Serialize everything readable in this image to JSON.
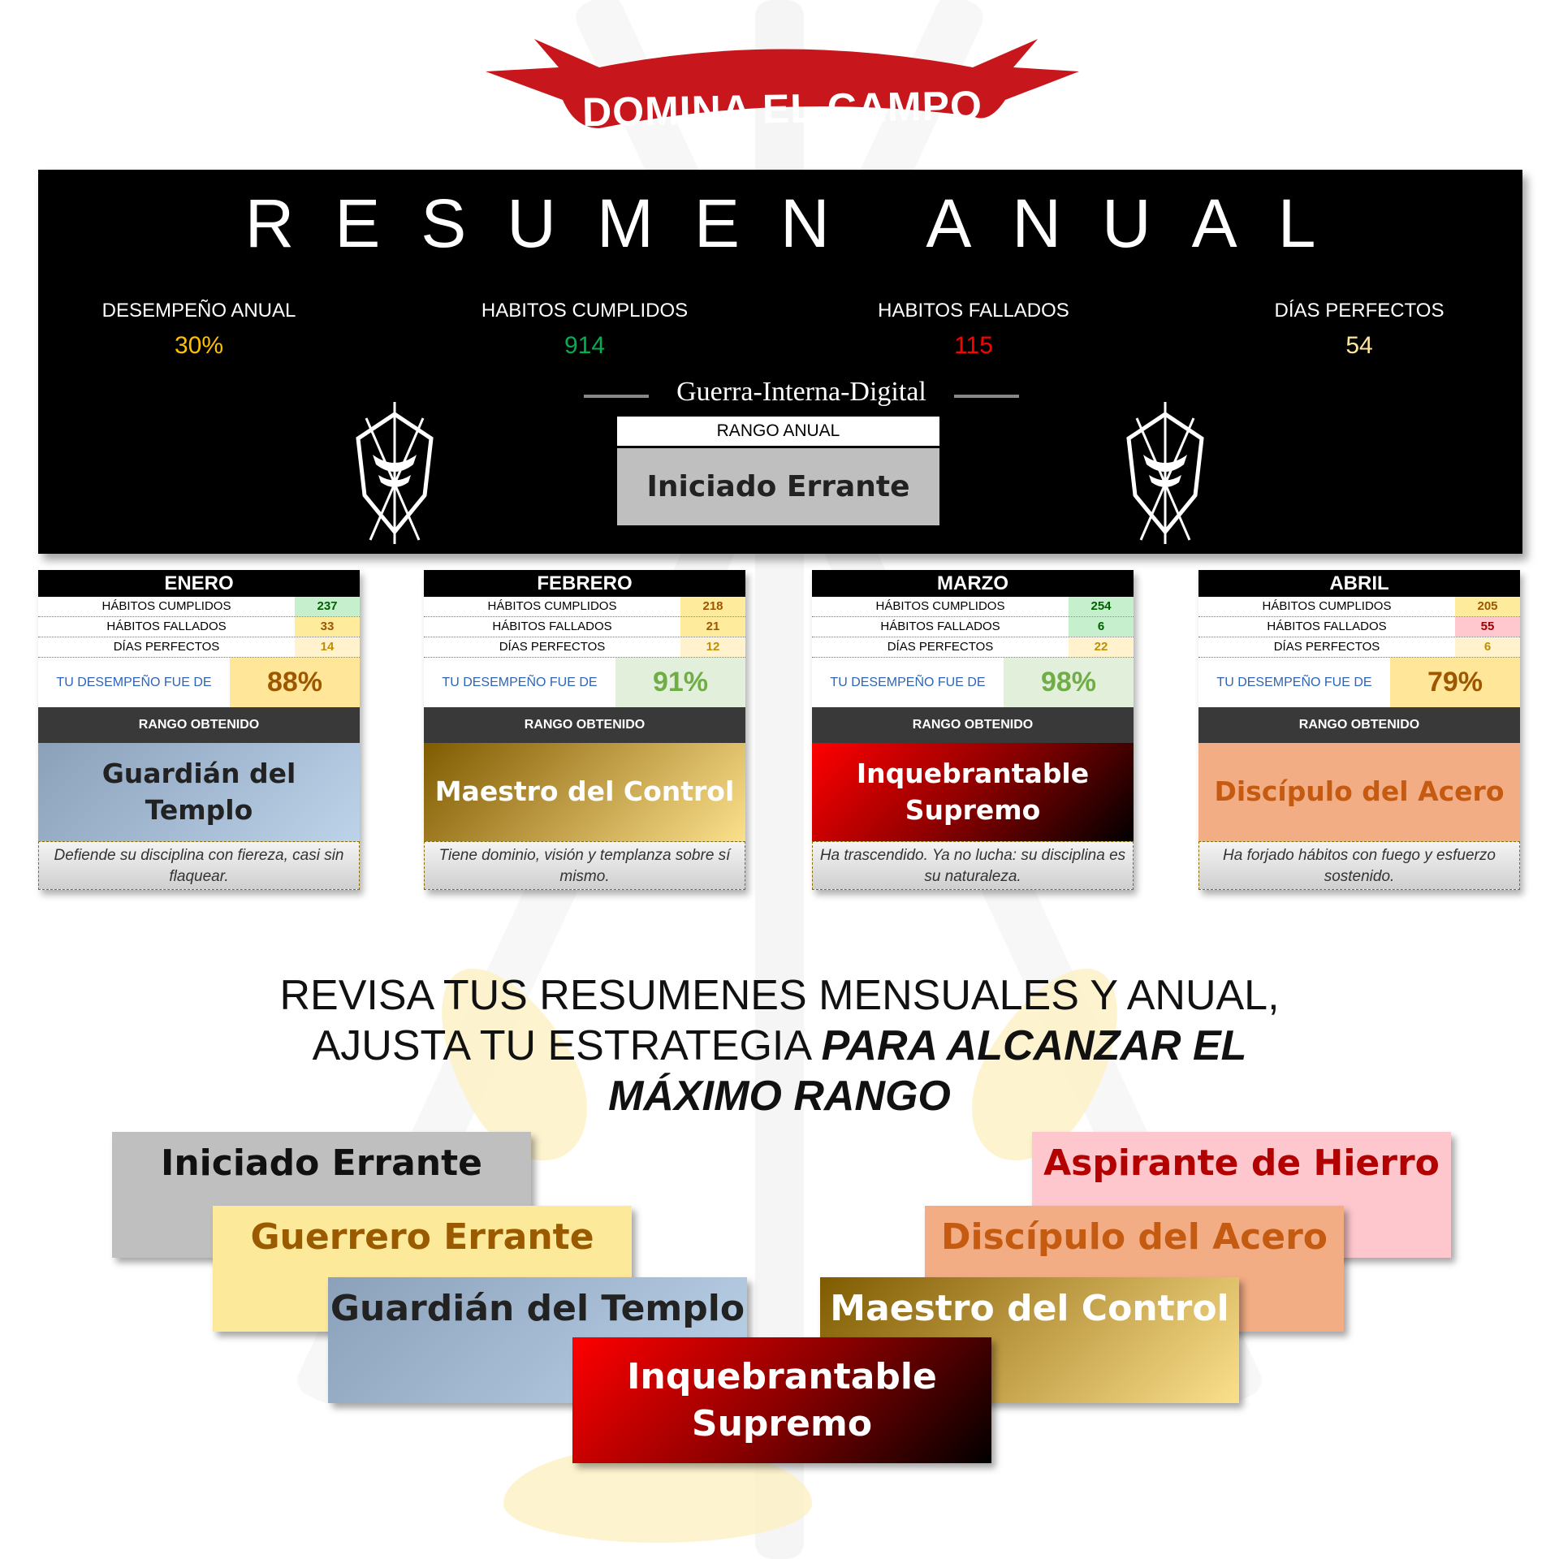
{
  "banner": {
    "title": "DOMINA EL CAMPO",
    "color": "#c8161d"
  },
  "summary": {
    "title": "RESUMEN ANUAL",
    "stats": [
      {
        "label": "DESEMPEÑO ANUAL",
        "value": "30%",
        "color": "#ffc000"
      },
      {
        "label": "HABITOS CUMPLIDOS",
        "value": "914",
        "color": "#00b050"
      },
      {
        "label": "HABITOS FALLADOS",
        "value": "115",
        "color": "#ff0000"
      },
      {
        "label": "DÍAS PERFECTOS",
        "value": "54",
        "color": "#ffe699"
      }
    ],
    "brand": "Guerra-Interna-Digital",
    "rank_label": "RANGO ANUAL",
    "rank_value": "Iniciado Errante"
  },
  "labels": {
    "cumplidos": "HÁBITOS CUMPLIDOS",
    "fallados": "HÁBITOS FALLADOS",
    "perfectos": "DÍAS PERFECTOS",
    "perf": "TU DESEMPEÑO FUE DE",
    "rango": "RANGO OBTENIDO"
  },
  "months": [
    {
      "name": "ENERO",
      "cumplidos": "237",
      "fallados": "33",
      "perfectos": "14",
      "perf": "88%",
      "rank": "Guardián del Templo",
      "desc": "Defiende su disciplina con fiereza, casi sin flaquear."
    },
    {
      "name": "FEBRERO",
      "cumplidos": "218",
      "fallados": "21",
      "perfectos": "12",
      "perf": "91%",
      "rank": "Maestro del Control",
      "desc": "Tiene dominio, visión y templanza sobre sí mismo."
    },
    {
      "name": "MARZO",
      "cumplidos": "254",
      "fallados": "6",
      "perfectos": "22",
      "perf": "98%",
      "rank": "Inquebrantable Supremo",
      "desc": "Ha trascendido. Ya no lucha: su disciplina es su naturaleza."
    },
    {
      "name": "ABRIL",
      "cumplidos": "205",
      "fallados": "55",
      "perfectos": "6",
      "perf": "79%",
      "rank": "Discípulo del Acero",
      "desc": "Ha forjado hábitos con fuego y esfuerzo sostenido."
    }
  ],
  "cta": {
    "line1": "REVISA TUS RESUMENES MENSUALES Y ANUAL,",
    "line2": "AJUSTA TU ESTRATEGIA ",
    "line2_bold": "PARA ALCANZAR EL",
    "line3_bold": "MÁXIMO RANGO"
  },
  "ranks": [
    "Iniciado Errante",
    "Guerrero Errante",
    "Guardián del Templo",
    "Aspirante de Hierro",
    "Discípulo del Acero",
    "Maestro del Control",
    "Inquebrantable Supremo"
  ]
}
